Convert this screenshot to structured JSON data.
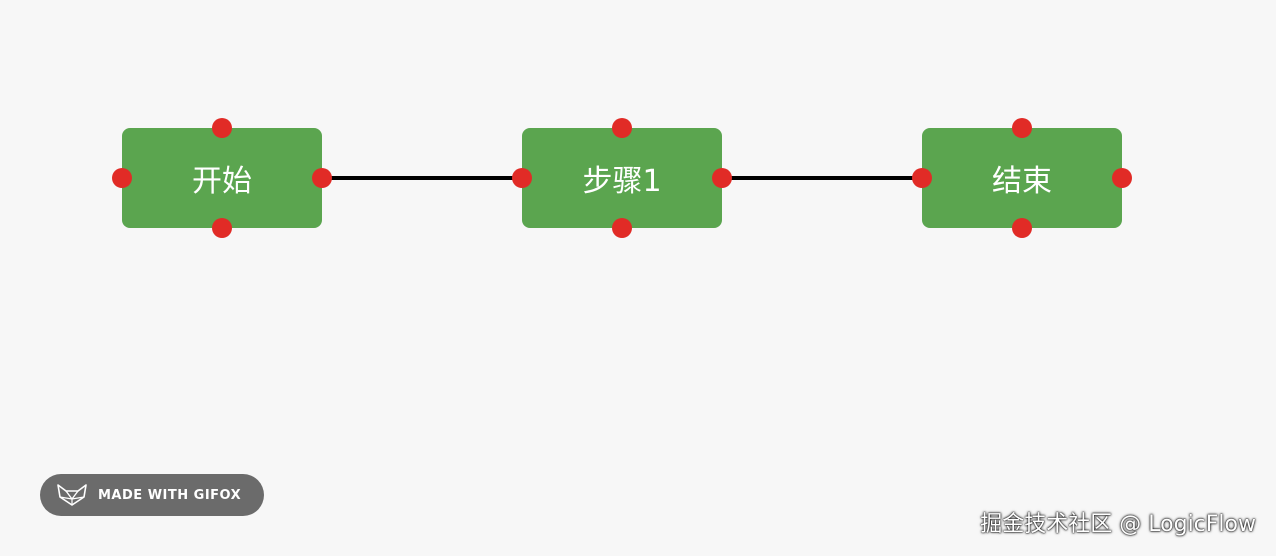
{
  "flow": {
    "nodes": [
      {
        "id": "start",
        "label": "开始"
      },
      {
        "id": "step1",
        "label": "步骤1"
      },
      {
        "id": "end",
        "label": "结束"
      }
    ]
  },
  "badge": {
    "text": "MADE WITH GIFOX",
    "icon": "fox-logo-icon"
  },
  "watermark": {
    "text": "掘金技术社区 @ LogicFlow"
  },
  "colors": {
    "background": "#f7f7f7",
    "node_fill": "#5ba54f",
    "anchor": "#e12b26",
    "edge": "#000000",
    "badge_bg": "#6b6b6b"
  }
}
